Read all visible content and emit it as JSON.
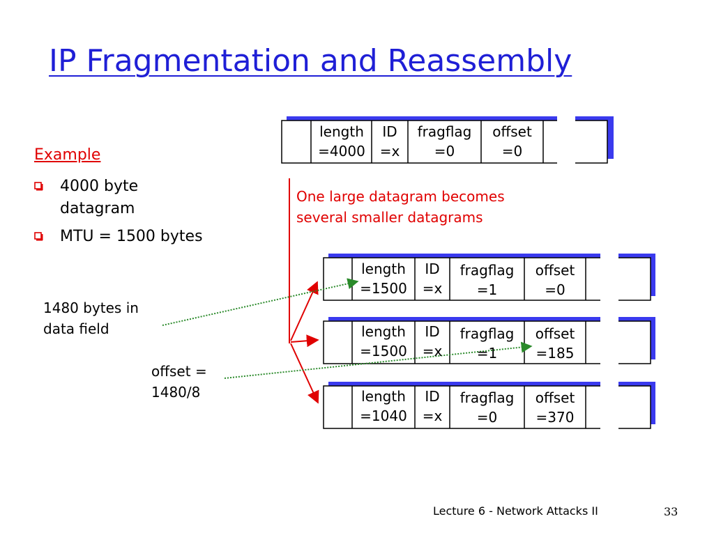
{
  "title": "IP Fragmentation and Reassembly",
  "example": {
    "heading": "Example",
    "bullets": [
      "4000 byte datagram",
      "MTU = 1500 bytes"
    ],
    "bullet_lines": [
      [
        "4000 byte",
        "datagram"
      ],
      [
        "MTU = 1500 bytes"
      ]
    ]
  },
  "note_red": [
    "One large datagram becomes",
    "several smaller datagrams"
  ],
  "note_datafield": [
    "1480 bytes in",
    "data field"
  ],
  "note_offset": [
    "offset =",
    "1480/8"
  ],
  "original": {
    "length": "length\n=4000",
    "id": "ID\n=x",
    "fragflag": "fragflag\n=0",
    "offset": "offset\n=0"
  },
  "fragments": [
    {
      "length": "length\n=1500",
      "id": "ID\n=x",
      "fragflag": "fragflag\n=1",
      "offset": "offset\n=0"
    },
    {
      "length": "length\n=1500",
      "id": "ID\n=x",
      "fragflag": "fragflag\n=1",
      "offset": "offset\n=185"
    },
    {
      "length": "length\n=1040",
      "id": "ID\n=x",
      "fragflag": "fragflag\n=0",
      "offset": "offset\n=370"
    }
  ],
  "colors": {
    "title": "#1f1fd6",
    "red": "#e00000",
    "green": "#2a8a2a",
    "shadow": "#3a3aee"
  },
  "footer": "Lecture 6 - Network Attacks II",
  "page_number": "33"
}
